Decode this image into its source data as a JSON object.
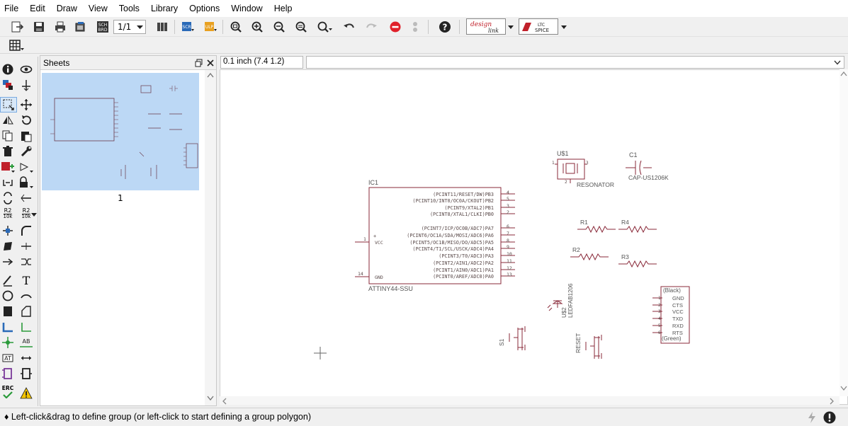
{
  "menu": [
    "File",
    "Edit",
    "Draw",
    "View",
    "Tools",
    "Library",
    "Options",
    "Window",
    "Help"
  ],
  "toolbar": {
    "sheet_select": "1/1",
    "designlink": "design\nlink",
    "ltspice": "LTC\nSPICE"
  },
  "sheets_panel": {
    "title": "Sheets",
    "sheet_number": "1"
  },
  "coord": "0.1 inch (7.4 1.2)",
  "status": "♦ Left-click&drag to define group (or left-click to start defining a group polygon)",
  "palette_labels": {
    "r2a": "R2",
    "r2a_sub": "10k",
    "r2b": "R2",
    "r2b_sub": "10k",
    "erc": "ERC",
    "t": "T",
    "ab": "AB"
  },
  "schematic": {
    "ic1": {
      "name": "IC1",
      "value": "ATTINY44-SSU",
      "vcc_pin": "1",
      "vcc_label": "VCC",
      "gnd_pin": "14",
      "gnd_label": "GND",
      "plus": "+",
      "pins": [
        {
          "label": "(PCINT11/RESET/DW)PB3",
          "num": "4"
        },
        {
          "label": "(PCINT10/INT0/OC0A/CKOUT)PB2",
          "num": "5"
        },
        {
          "label": "(PCINT9/XTAL2)PB1",
          "num": "3"
        },
        {
          "label": "(PCINT8/XTAL1/CLKI)PB0",
          "num": "2"
        },
        {
          "label": "(PCINT7/ICP/OC0B/ADC7)PA7",
          "num": "6"
        },
        {
          "label": "(PCINT6/OC1A/SDA/MOSI/ADC6)PA6",
          "num": "7"
        },
        {
          "label": "(PCINT5/OC1B/MISO/DO/ADC5)PA5",
          "num": "8"
        },
        {
          "label": "(PCINT4/T1/SCL/USCK/ADC4)PA4",
          "num": "9"
        },
        {
          "label": "(PCINT3/T0/ADC3)PA3",
          "num": "10"
        },
        {
          "label": "(PCINT2/AIN1/ADC2)PA2",
          "num": "11"
        },
        {
          "label": "(PCINT1/AIN0/ADC1)PA1",
          "num": "12"
        },
        {
          "label": "(PCINT0/AREF/ADC0)PA0",
          "num": "13"
        }
      ]
    },
    "u1": {
      "name": "U$1",
      "value": "RESONATOR",
      "p1": "1",
      "p2": "2",
      "p3": "3"
    },
    "c1": {
      "name": "C1",
      "value": "CAP-US1206K"
    },
    "r1": "R1",
    "r2": "R2",
    "r3": "R3",
    "r4": "R4",
    "u2": {
      "name": "U$2",
      "value": "LEDFAB1206"
    },
    "s1": "S1",
    "reset": "RESET",
    "ftdi": {
      "top": "(Black)",
      "bottom": "(Green)",
      "pins": [
        "GND",
        "CTS",
        "VCC",
        "TXD",
        "RXD",
        "RTS"
      ],
      "nums": [
        "1",
        "2",
        "3",
        "4",
        "5",
        "6"
      ]
    }
  }
}
